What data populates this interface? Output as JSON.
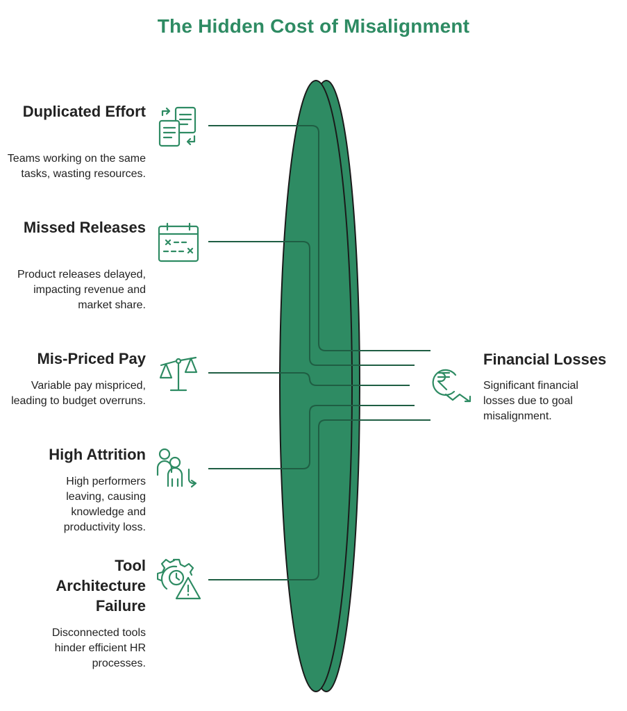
{
  "title": "The Hidden Cost of Misalignment",
  "colors": {
    "accent": "#2e8b63",
    "lens_fill": "#2e8b63",
    "line": "#1f5e43"
  },
  "items": [
    {
      "icon": "duplicate-documents-icon",
      "title": "Duplicated Effort",
      "description": "Teams working on the same tasks, wasting resources."
    },
    {
      "icon": "calendar-cancel-icon",
      "title": "Missed Releases",
      "description": "Product releases delayed, impacting revenue and market share."
    },
    {
      "icon": "balance-scale-icon",
      "title": "Mis-Priced Pay",
      "description": "Variable pay mispriced, leading to budget overruns."
    },
    {
      "icon": "people-leaving-icon",
      "title": "High Attrition",
      "description": "High performers leaving, causing knowledge and productivity loss."
    },
    {
      "icon": "gear-warning-icon",
      "title": "Tool Architecture Failure",
      "description": "Disconnected tools hinder efficient HR processes."
    }
  ],
  "outcome": {
    "icon": "rupee-decline-icon",
    "title": "Financial Losses",
    "description": "Significant financial losses due to goal misalignment."
  }
}
